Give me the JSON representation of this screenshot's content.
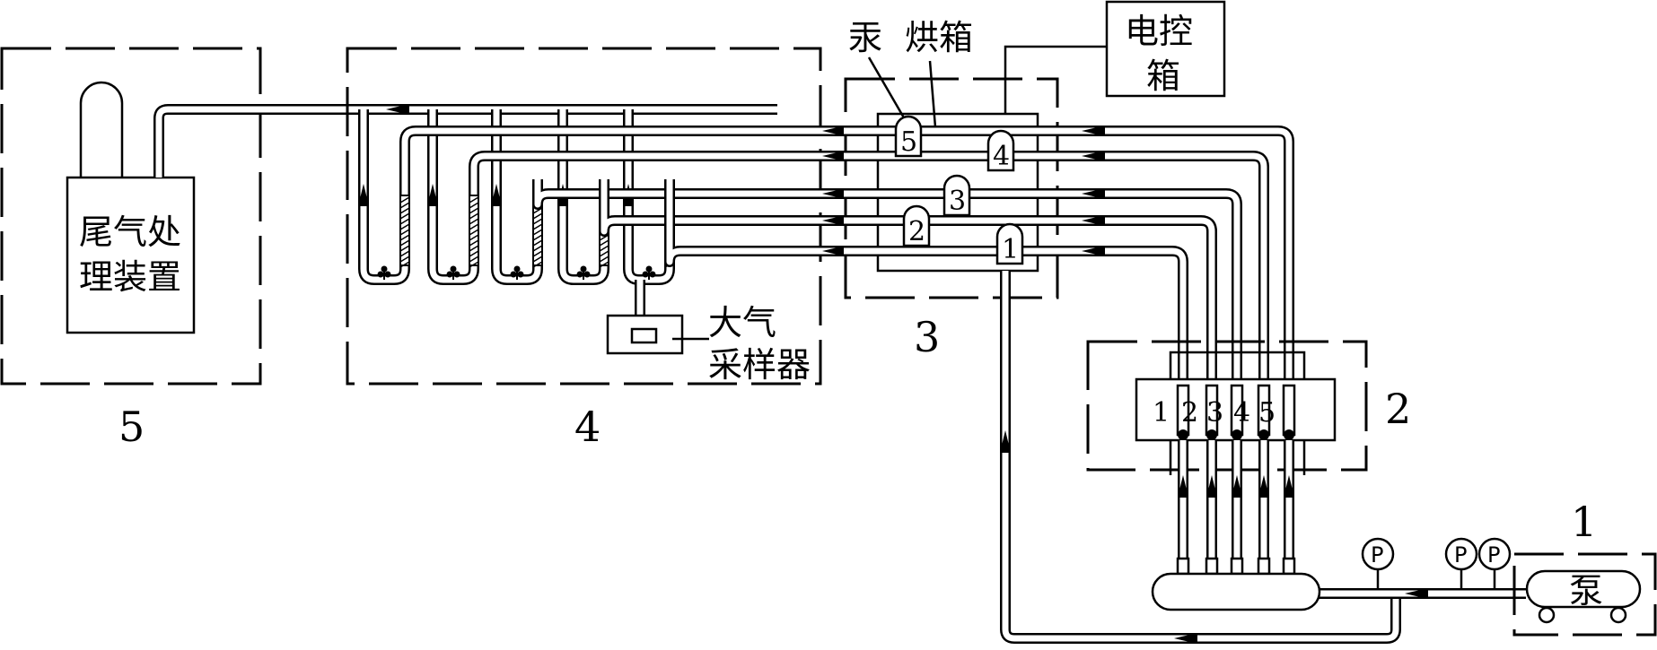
{
  "title": "Mercury permeation / atmospheric sampling experimental system schematic",
  "units": {
    "1": {
      "number": "1",
      "pump_label": "泵"
    },
    "2": {
      "number": "2",
      "flowmeter_labels": [
        "1",
        "2",
        "3",
        "4",
        "5"
      ]
    },
    "3": {
      "number": "3",
      "mercury_label": "汞",
      "oven_label": "烘箱",
      "source_labels": [
        "1",
        "2",
        "3",
        "4",
        "5"
      ]
    },
    "4": {
      "number": "4",
      "sampler_label_line1": "大气",
      "sampler_label_line2": "采样器"
    },
    "5": {
      "number": "5",
      "exhaust_label_line1": "尾气处",
      "exhaust_label_line2": "理装置"
    }
  },
  "control_box": {
    "label_line1": "电控",
    "label_line2": "箱"
  },
  "pressure_gauge_label": "P",
  "pressure_gauge_count": 3
}
